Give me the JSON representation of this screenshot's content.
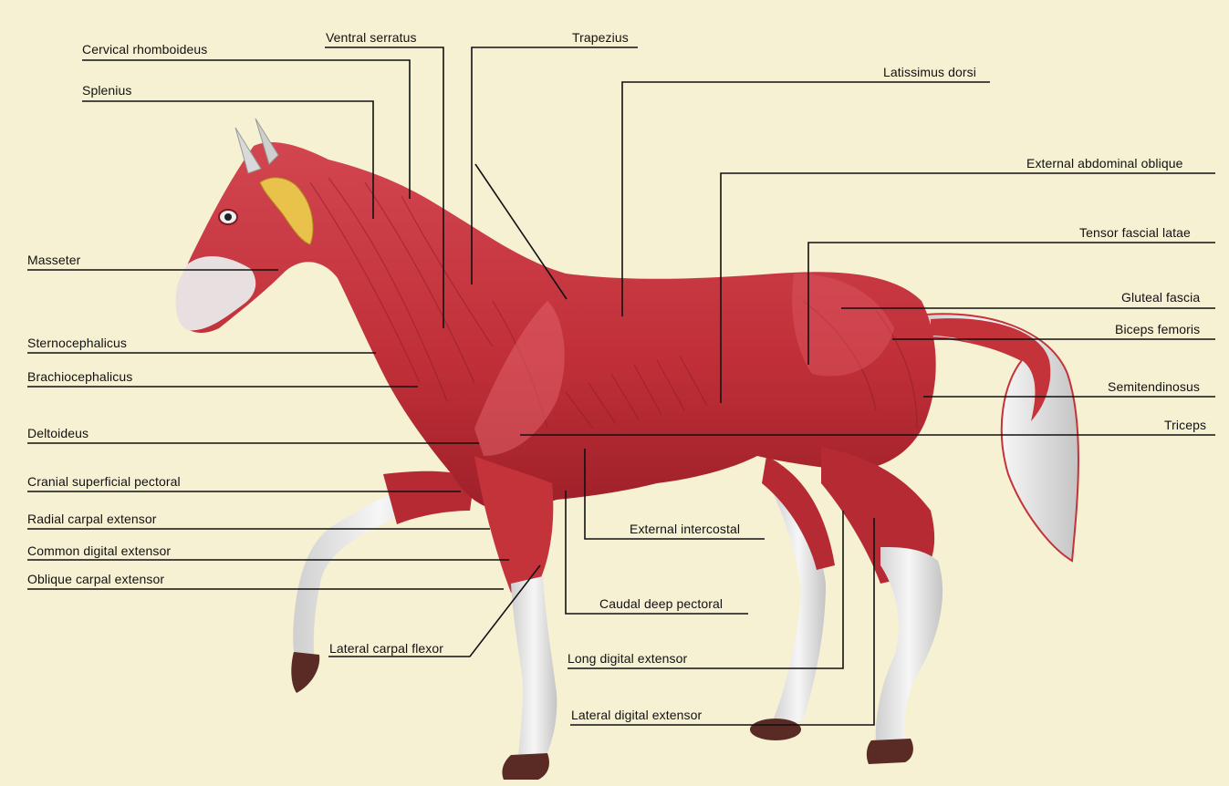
{
  "labels": {
    "cervical_rhomboideus": "Cervical rhomboideus",
    "ventral_serratus": "Ventral serratus",
    "trapezius": "Trapezius",
    "latissimus_dorsi": "Latissimus dorsi",
    "splenius": "Splenius",
    "external_abdominal_oblique": "External abdominal oblique",
    "masseter": "Masseter",
    "tensor_fascial_latae": "Tensor fascial latae",
    "gluteal_fascia": "Gluteal fascia",
    "sternocephalicus": "Sternocephalicus",
    "biceps_femoris": "Biceps femoris",
    "brachiocephalicus": "Brachiocephalicus",
    "semitendinosus": "Semitendinosus",
    "deltoideus": "Deltoideus",
    "triceps": "Triceps",
    "cranial_superficial_pectoral": "Cranial superficial pectoral",
    "radial_carpal_extensor": "Radial carpal extensor",
    "external_intercostal": "External intercostal",
    "common_digital_extensor": "Common digital extensor",
    "oblique_carpal_extensor": "Oblique carpal extensor",
    "caudal_deep_pectoral": "Caudal deep pectoral",
    "lateral_carpal_flexor": "Lateral carpal flexor",
    "long_digital_extensor": "Long digital extensor",
    "lateral_digital_extensor": "Lateral digital extensor"
  },
  "colors": {
    "background": "#f7f1d4",
    "muscle": "#c4323a",
    "muscle_dark": "#8e1c26",
    "muscle_light": "#e0606a",
    "tendon": "#ececec",
    "hoof": "#5a2a24",
    "fat": "#e8c24a",
    "leader_line": "#111111"
  }
}
